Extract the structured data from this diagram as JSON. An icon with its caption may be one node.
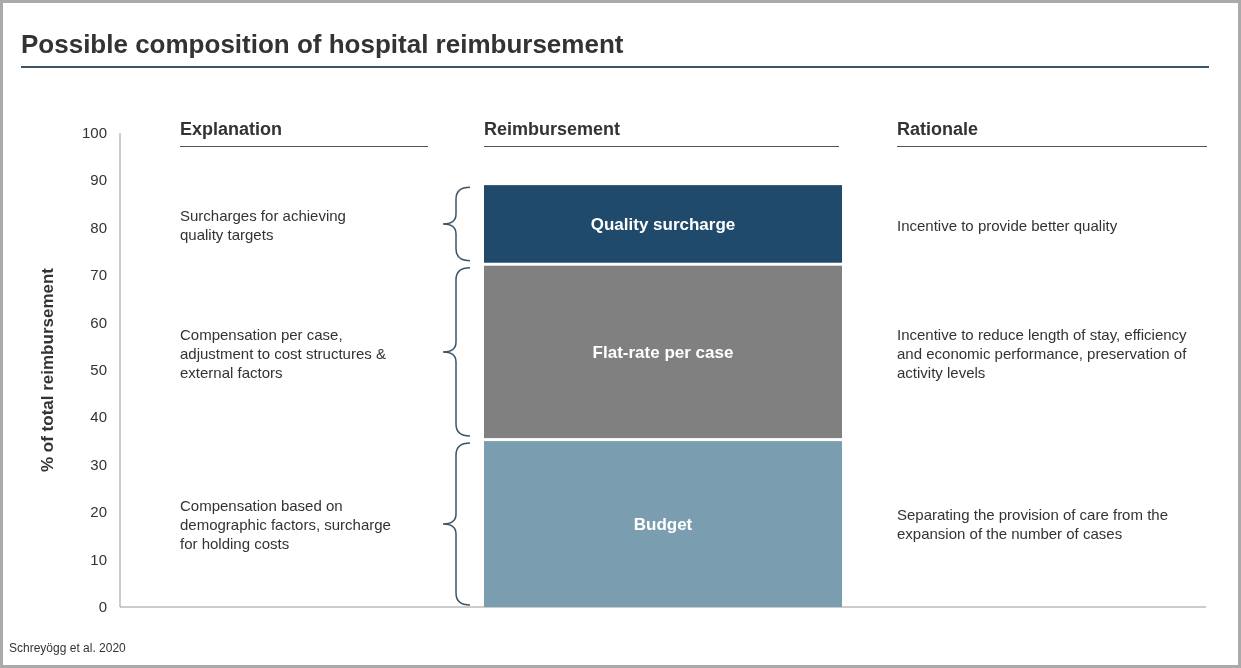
{
  "diagram": {
    "title": "Possible composition of hospital reimbursement",
    "caption": "Schreyögg et al. 2020",
    "labels": [
      "Explanation",
      "Reimbursement",
      "Rationale",
      "Surcharges for achieving quality targets",
      "Incentive to provide better quality",
      "Compensation per case, adjustment to cost structures & external factors",
      "Incentive to reduce length of stay, efficiency and economic performance, preservation of activity levels",
      "Compensation based on demographic factors, surcharge for holding costs",
      "Separating the provision of care from the expansion of the number of cases"
    ],
    "chart_data": {
      "type": "bar",
      "stacked": true,
      "orientation": "vertical",
      "ylabel": "% of total reimbursement",
      "categories": [
        null
      ],
      "ylim": [
        0,
        100
      ],
      "yticks": [
        0,
        10,
        20,
        30,
        40,
        50,
        60,
        70,
        80,
        90,
        100
      ],
      "series": [
        {
          "name": "Budget",
          "color": "#7b9db0",
          "values": [
            35
          ]
        },
        {
          "name": "Flat-rate per case",
          "color": "#808080",
          "values": [
            37
          ]
        },
        {
          "name": "Quality surcharge",
          "color": "#1f4a6b",
          "values": [
            17
          ]
        }
      ]
    }
  }
}
